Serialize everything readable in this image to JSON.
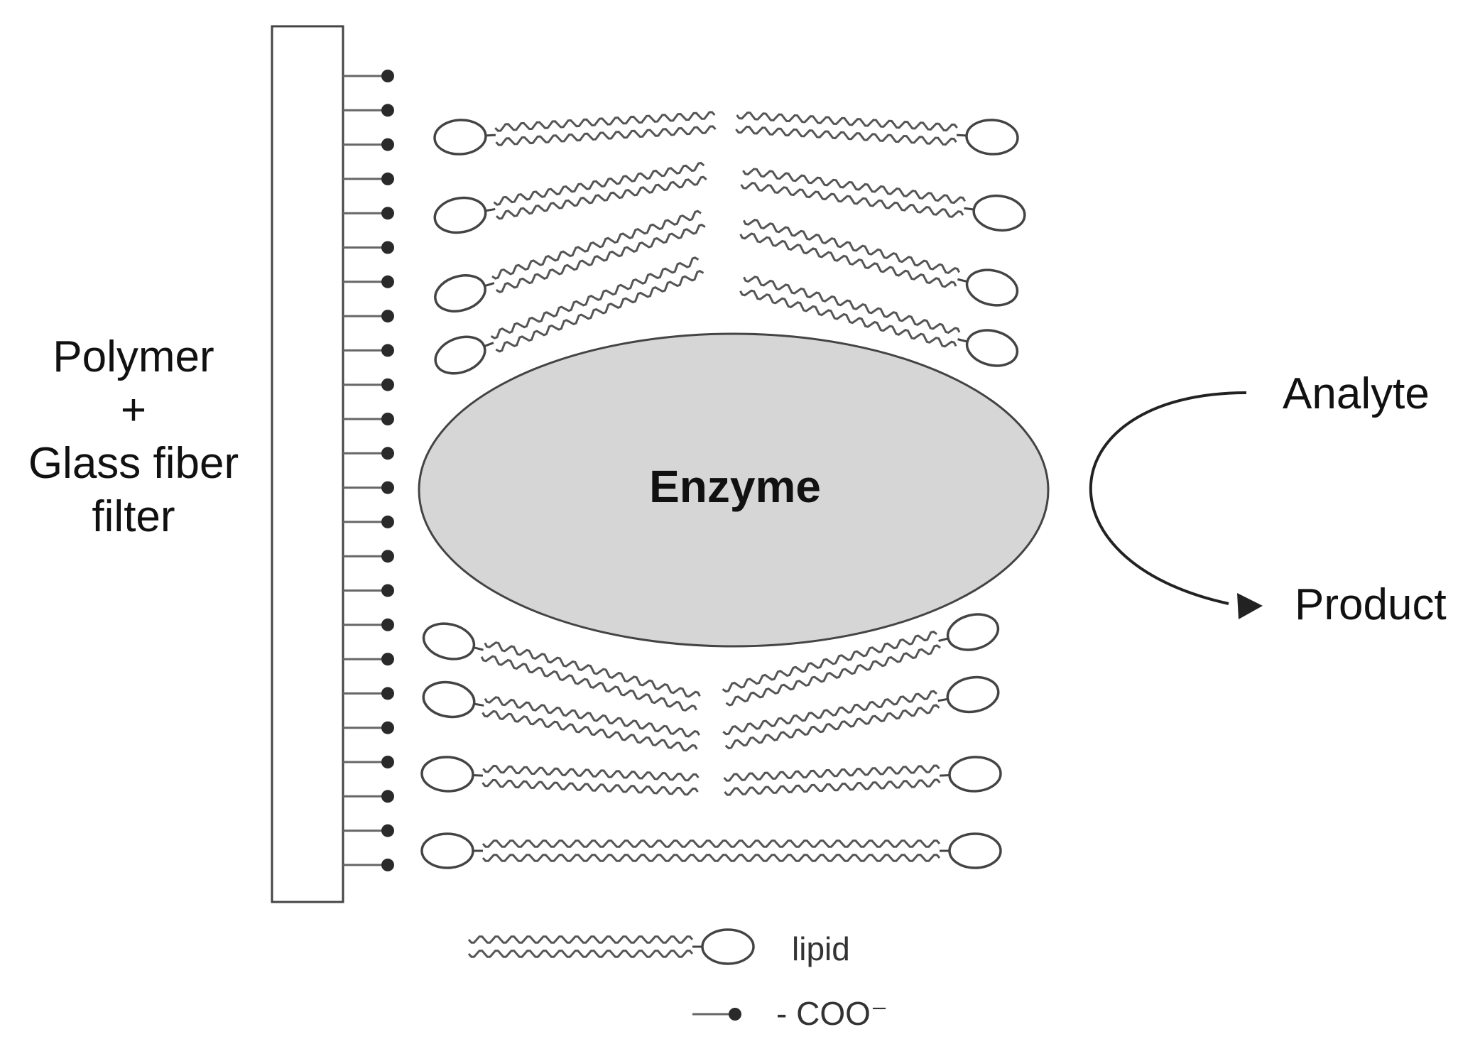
{
  "filter": {
    "label_line1": "Polymer",
    "label_line2": "+",
    "label_line3": "Glass fiber",
    "label_line4": "filter"
  },
  "enzyme": {
    "label": "Enzyme"
  },
  "reaction": {
    "analyte_label": "Analyte",
    "product_label": "Product"
  },
  "legend": {
    "lipid_label": "lipid",
    "carboxyl_label": "- COO⁻"
  },
  "colors": {
    "enzyme_fill": "#d6d6d6",
    "line": "#333333",
    "dot": "#2a2a2a"
  }
}
